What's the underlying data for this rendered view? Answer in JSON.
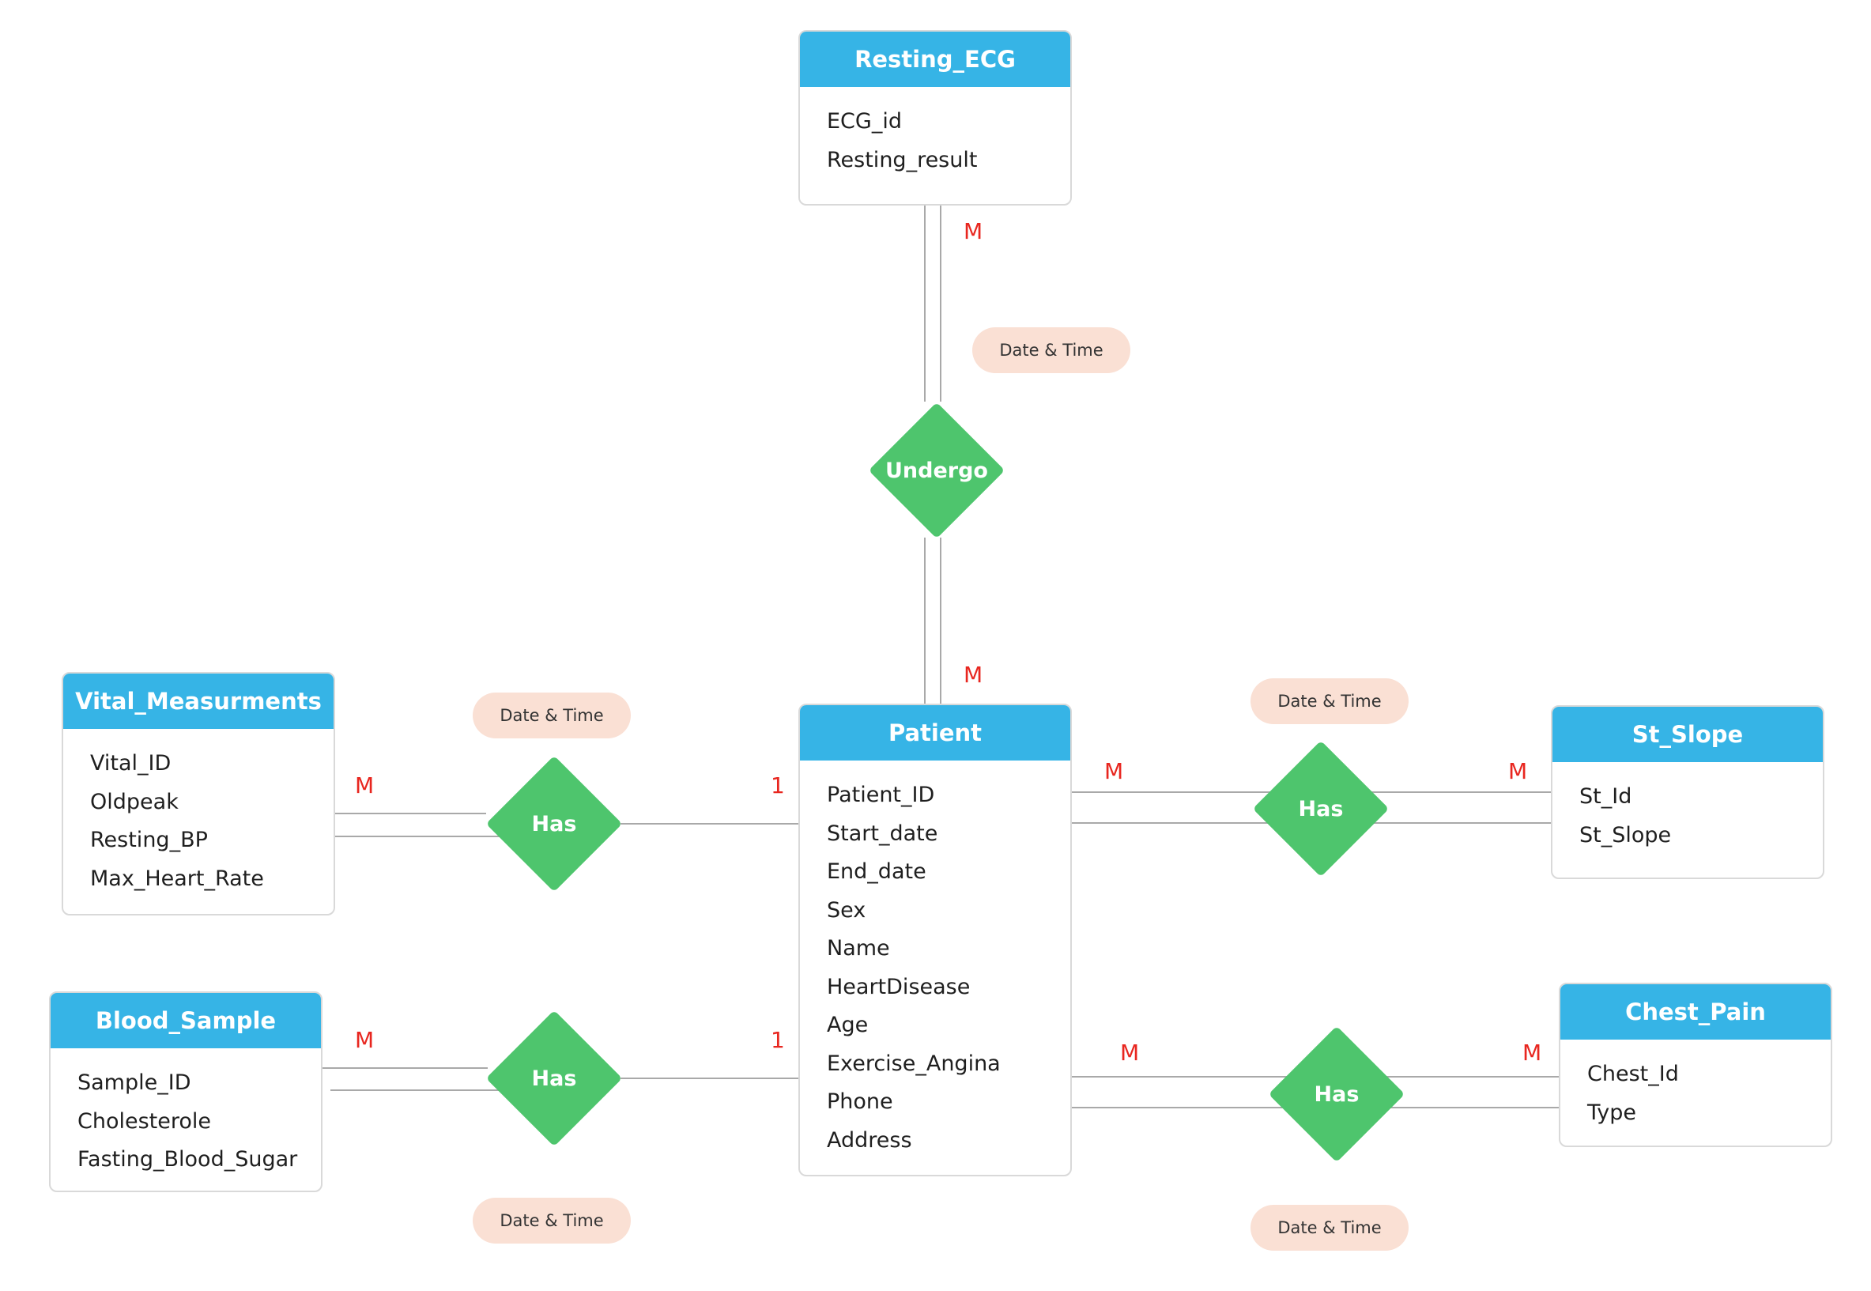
{
  "entities": {
    "resting_ecg": {
      "title": "Resting_ECG",
      "attributes": [
        "ECG_id",
        "Resting_result"
      ]
    },
    "patient": {
      "title": "Patient",
      "attributes": [
        "Patient_ID",
        "Start_date",
        "End_date",
        "Sex",
        "Name",
        "HeartDisease",
        "Age",
        "Exercise_Angina",
        "Phone",
        "Address"
      ]
    },
    "vital_measurments": {
      "title": "Vital_Measurments",
      "attributes": [
        "Vital_ID",
        "Oldpeak",
        "Resting_BP",
        "Max_Heart_Rate"
      ]
    },
    "blood_sample": {
      "title": "Blood_Sample",
      "attributes": [
        "Sample_ID",
        "Cholesterole",
        "Fasting_Blood_Sugar"
      ]
    },
    "st_slope": {
      "title": "St_Slope",
      "attributes": [
        "St_Id",
        "St_Slope"
      ]
    },
    "chest_pain": {
      "title": "Chest_Pain",
      "attributes": [
        "Chest_Id",
        "Type"
      ]
    }
  },
  "relationships": {
    "undergo": "Undergo",
    "has_vital": "Has",
    "has_blood": "Has",
    "has_st": "Has",
    "has_chest": "Has"
  },
  "relationship_attribute": "Date & Time",
  "cardinality": {
    "ecg_side": "M",
    "patient_ecg_side": "M",
    "vital_side": "M",
    "patient_vital_side": "1",
    "blood_side": "M",
    "patient_blood_side": "1",
    "patient_st_side": "M",
    "st_side": "M",
    "patient_chest_side": "M",
    "chest_side": "M"
  },
  "colors": {
    "entity_header": "#36b4e6",
    "relationship": "#4ec56d",
    "attribute_pill": "#fae0d4",
    "cardinality": "#e8261f",
    "connector": "#a9a9a9"
  }
}
